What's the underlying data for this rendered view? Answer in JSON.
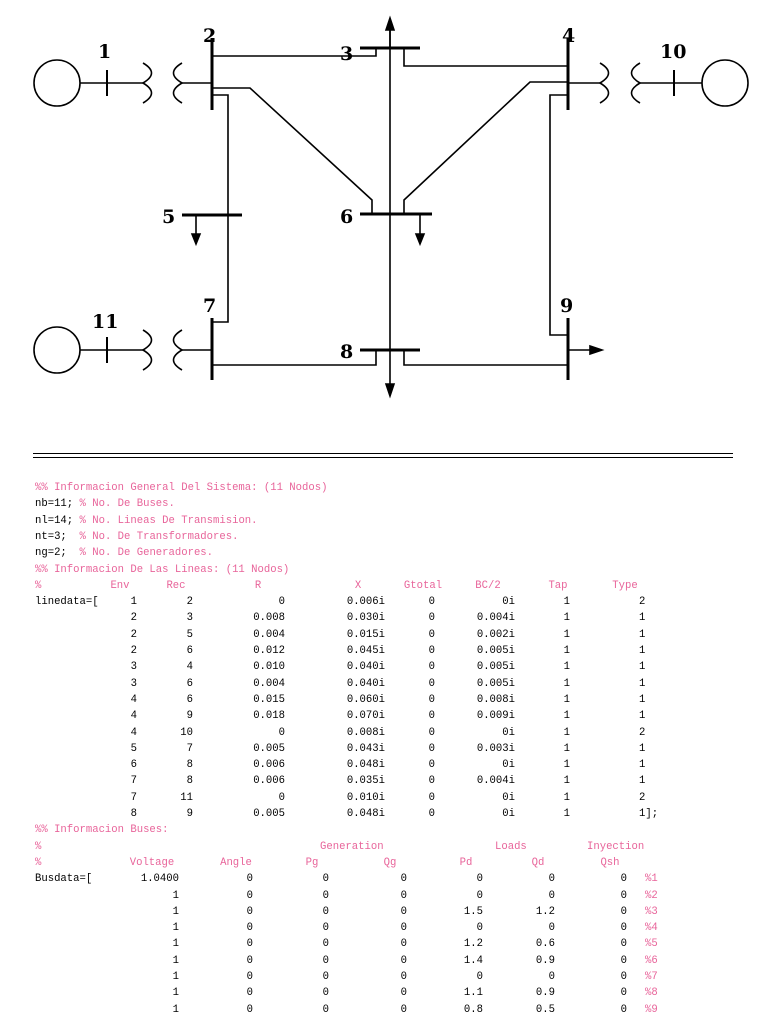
{
  "colors": {
    "comment": "#e8649a",
    "code": "#000000",
    "line": "#000000"
  },
  "diagram": {
    "bus_labels": [
      "1",
      "2",
      "3",
      "4",
      "5",
      "6",
      "7",
      "8",
      "9",
      "10",
      "11"
    ]
  },
  "header_lines": [
    {
      "kind": "comment",
      "text": "%% Informacion General Del Sistema: (11 Nodos)"
    },
    {
      "kind": "mixed",
      "code": "nb=11; ",
      "comment": "% No. De Buses."
    },
    {
      "kind": "mixed",
      "code": "nl=14; ",
      "comment": "% No. Lineas De Transmision."
    },
    {
      "kind": "mixed",
      "code": "nt=3;  ",
      "comment": "% No. De Transformadores."
    },
    {
      "kind": "mixed",
      "code": "ng=2;  ",
      "comment": "% No. De Generadores."
    },
    {
      "kind": "comment",
      "text": "%% Informacion De Las Lineas: (11 Nodos)"
    }
  ],
  "line_table": {
    "percent": "%",
    "headers": [
      "Env",
      "Rec",
      "R",
      "X",
      "Gtotal",
      "BC/2",
      "Tap",
      "Type"
    ],
    "prefix": "linedata=[",
    "rows": [
      [
        "1",
        "2",
        "0",
        "0.006i",
        "0",
        "0i",
        "1",
        "2"
      ],
      [
        "2",
        "3",
        "0.008",
        "0.030i",
        "0",
        "0.004i",
        "1",
        "1"
      ],
      [
        "2",
        "5",
        "0.004",
        "0.015i",
        "0",
        "0.002i",
        "1",
        "1"
      ],
      [
        "2",
        "6",
        "0.012",
        "0.045i",
        "0",
        "0.005i",
        "1",
        "1"
      ],
      [
        "3",
        "4",
        "0.010",
        "0.040i",
        "0",
        "0.005i",
        "1",
        "1"
      ],
      [
        "3",
        "6",
        "0.004",
        "0.040i",
        "0",
        "0.005i",
        "1",
        "1"
      ],
      [
        "4",
        "6",
        "0.015",
        "0.060i",
        "0",
        "0.008i",
        "1",
        "1"
      ],
      [
        "4",
        "9",
        "0.018",
        "0.070i",
        "0",
        "0.009i",
        "1",
        "1"
      ],
      [
        "4",
        "10",
        "0",
        "0.008i",
        "0",
        "0i",
        "1",
        "2"
      ],
      [
        "5",
        "7",
        "0.005",
        "0.043i",
        "0",
        "0.003i",
        "1",
        "1"
      ],
      [
        "6",
        "8",
        "0.006",
        "0.048i",
        "0",
        "0i",
        "1",
        "1"
      ],
      [
        "7",
        "8",
        "0.006",
        "0.035i",
        "0",
        "0.004i",
        "1",
        "1"
      ],
      [
        "7",
        "11",
        "0",
        "0.010i",
        "0",
        "0i",
        "1",
        "2"
      ],
      [
        "8",
        "9",
        "0.005",
        "0.048i",
        "0",
        "0i",
        "1",
        "1];"
      ]
    ]
  },
  "bus_section": {
    "title": "%% Informacion Buses:",
    "group_row": {
      "percent": "%",
      "generation": "Generation",
      "loads": "Loads",
      "inyection": "Inyection"
    },
    "header_row": {
      "percent": "%",
      "cols": [
        "Voltage",
        "Angle",
        "Pg",
        "Qg",
        "Pd",
        "Qd",
        "Qsh"
      ]
    },
    "prefix": "Busdata=[",
    "rows": [
      {
        "v": [
          "1.0400",
          "0",
          "0",
          "0",
          "0",
          "0",
          "0"
        ],
        "tag": "%1"
      },
      {
        "v": [
          "1",
          "0",
          "0",
          "0",
          "0",
          "0",
          "0"
        ],
        "tag": "%2"
      },
      {
        "v": [
          "1",
          "0",
          "0",
          "0",
          "1.5",
          "1.2",
          "0"
        ],
        "tag": "%3"
      },
      {
        "v": [
          "1",
          "0",
          "0",
          "0",
          "0",
          "0",
          "0"
        ],
        "tag": "%4"
      },
      {
        "v": [
          "1",
          "0",
          "0",
          "0",
          "1.2",
          "0.6",
          "0"
        ],
        "tag": "%5"
      },
      {
        "v": [
          "1",
          "0",
          "0",
          "0",
          "1.4",
          "0.9",
          "0"
        ],
        "tag": "%6"
      },
      {
        "v": [
          "1",
          "0",
          "0",
          "0",
          "0",
          "0",
          "0"
        ],
        "tag": "%7"
      },
      {
        "v": [
          "1",
          "0",
          "0",
          "0",
          "1.1",
          "0.9",
          "0"
        ],
        "tag": "%8"
      },
      {
        "v": [
          "1",
          "0",
          "0",
          "0",
          "0.8",
          "0.5",
          "0"
        ],
        "tag": "%9"
      }
    ]
  }
}
